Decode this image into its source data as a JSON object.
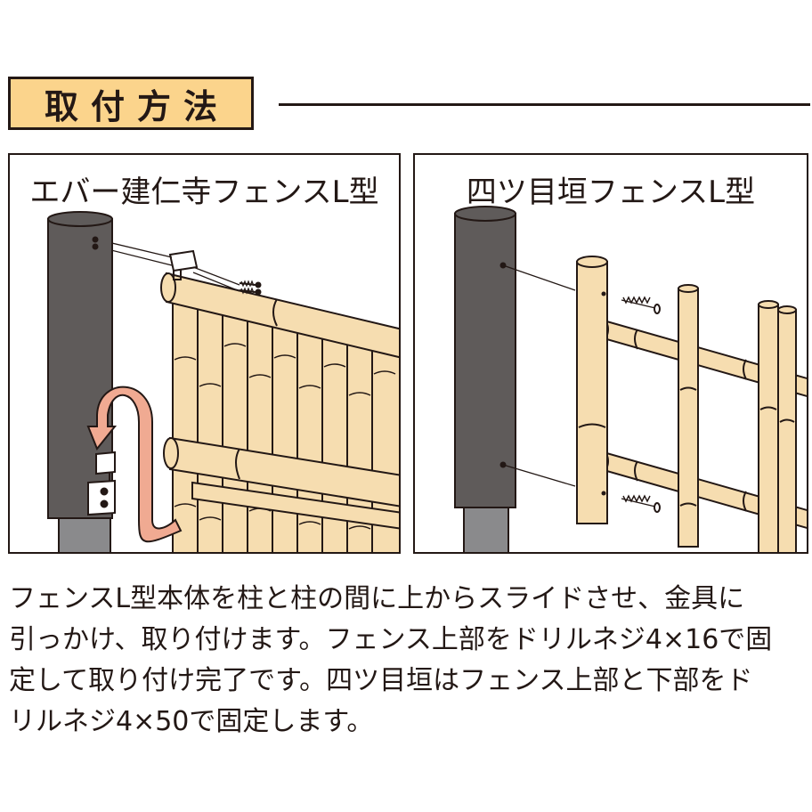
{
  "header": {
    "title": "取付方法"
  },
  "panels": {
    "left": {
      "label": "エバー建仁寺フェンスL型"
    },
    "right": {
      "label": "四ツ目垣フェンスL型"
    }
  },
  "description": {
    "lines": [
      "フェンスL型本体を柱と柱の間に上からスライドさせ、金具に",
      "引っかけ、取り付けます。フェンス上部をドリルネジ4×16で固",
      "定して取り付け完了です。四ツ目垣はフェンス上部と下部をド",
      "リルネジ4×50で固定します。"
    ]
  },
  "colors": {
    "title_bg": "#fbd48c",
    "bamboo": "#f6ddb0",
    "post": "#5f5b5a",
    "post_base": "#8a8a8c",
    "arrow": "#f0aa92",
    "outline": "#231815"
  }
}
